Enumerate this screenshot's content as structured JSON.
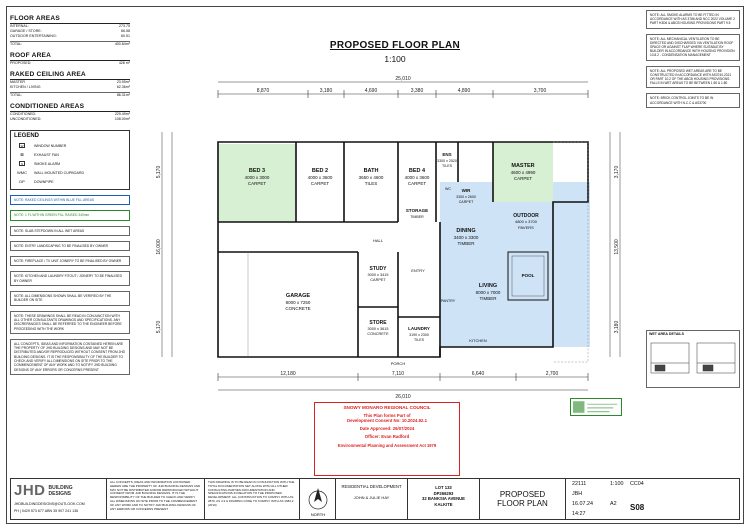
{
  "floor_areas": {
    "title": "FLOOR AREAS",
    "rows": [
      {
        "label": "INTERNAL:",
        "value": "273.75"
      },
      {
        "label": "GARAGE / STORE:",
        "value": "66.58"
      },
      {
        "label": "OUTDOOR ENTERTAINING:",
        "value": "60.51"
      }
    ],
    "total_label": "TOTAL:",
    "total_value": "400.84m²"
  },
  "roof_area": {
    "title": "ROOF AREA",
    "label": "PROPOSED:",
    "value": "428 m²"
  },
  "raked_ceiling": {
    "title": "RAKED CEILING AREA",
    "rows": [
      {
        "label": "MASTER",
        "value": "23.95m²"
      },
      {
        "label": "KITCHEN / LIVING",
        "value": "62.36m²"
      }
    ],
    "total_label": "TOTAL:",
    "total_value": "86.31m²"
  },
  "conditioned": {
    "title": "CONDITIONED AREAS",
    "rows": [
      {
        "label": "CONDITIONED:",
        "value": "229.49m²"
      },
      {
        "label": "UNCONDITIONED:",
        "value": "108.00m²"
      }
    ]
  },
  "legend": {
    "title": "LEGEND",
    "items": [
      {
        "sym": "W",
        "label": "WINDOW NUMBER"
      },
      {
        "sym": "⊠",
        "label": "EXHAUST FAN"
      },
      {
        "sym": "S",
        "label": "SMOKE ALARM"
      },
      {
        "sym": "WMC",
        "label": "WALL MOUNTED CUPBOARD"
      },
      {
        "sym": "DP",
        "label": "DOWNPIPE"
      }
    ]
  },
  "left_notes": {
    "blue": "NOTE: RAKED CEILINGS WITHIN BLUE FILL AREAS",
    "green": "NOTE: 1 FL WITHIN GREEN FILL RAISED 340mm",
    "n1": "NOTE: SLAB STEPDOWN IN ALL WET AREAS",
    "n2": "NOTE: ENTRY LANDSCAPING TO BE FINALISED BY OWNER",
    "n3": "NOTE: FIREPLACE / TV UNIT JOINERY TO BE FINALISED BY OWNER",
    "n4": "NOTE: KITCHEN AND LAUNDRY FITOUT / JOINERY TO BE FINALISED BY OWNER",
    "n5": "NOTE: ALL DIMENSIONS SHOWN SHALL BE VERIFIED BY THE BUILDER ON SITE",
    "n6": "NOTE: THESE DRAWINGS SHALL BE READ IN CONJUNCTION WITH ALL OTHER CONSULTANTS DRAWINGS AND SPECIFICATIONS. ANY DISCREPANCIES SHALL BE REFERRED TO THE ENGINEER BEFORE PROCEEDING WITH THE WORK",
    "n7": "ALL CONCEPTS, IDEAS AND INFORMATION CONTAINED HEREIN ARE THE PROPERTY OF JHD BUILDING DESIGNS AND MAY NOT BE DISTRIBUTED AND/OR REPRODUCED WITHOUT CONSENT FROM JHD BUILDING DESIGNS. IT IS THE RESPONSIBILITY OF THE BUILDER TO CHECK AND VERIFY ALL DIMENSIONS ON SITE PRIOR TO THE COMMENCEMENT OF ANY WORK AND TO NOTIFY JHD BUILDING DESIGNS OF ANY ERRORS OR CONCERNS PRESENT"
  },
  "plan": {
    "title": "PROPOSED FLOOR PLAN",
    "scale": "1:100",
    "dims_top_total": "25,010",
    "dims_top": [
      "8,870",
      "3,180",
      "4,690",
      "3,380",
      "4,890",
      "3,700"
    ],
    "dims_bottom_total": "26,010",
    "dims_bottom": [
      "12,180",
      "7,110",
      "6,640",
      "2,700"
    ],
    "dims_left": [
      "5,170",
      "16,000",
      "5,170"
    ],
    "dims_right": [
      "3,170",
      "13,500",
      "3,180"
    ],
    "rooms": [
      {
        "name": "BED 3",
        "size": "4000 x 3000",
        "floor": "CARPET"
      },
      {
        "name": "BED 2",
        "size": "4000 x 3600",
        "floor": "CARPET"
      },
      {
        "name": "BED 4",
        "size": "4000 x 3600",
        "floor": "CARPET"
      },
      {
        "name": "MASTER",
        "size": "4600 x 4990",
        "floor": "CARPET"
      },
      {
        "name": "BATH",
        "size": "3650 x 4600",
        "floor": "TILES"
      },
      {
        "name": "ENS",
        "size": "3300 x 2520",
        "floor": "TILES"
      },
      {
        "name": "WIR",
        "size": "3300 x 2600",
        "floor": "CARPET"
      },
      {
        "name": "GARAGE",
        "size": "8000 x 7250",
        "floor": "CONCRETE"
      },
      {
        "name": "STUDY",
        "size": "3000 x 3415",
        "floor": "CARPET"
      },
      {
        "name": "STORE",
        "size": "3000 x 3615",
        "floor": "CONCRETE"
      },
      {
        "name": "DINING",
        "size": "3400 x 3300",
        "floor": "TIMBER"
      },
      {
        "name": "LIVING",
        "size": "8000 x 7000",
        "floor": "TIMBER"
      },
      {
        "name": "OUTDOOR",
        "size": "4800 x 3700",
        "floor": "PAVERS"
      },
      {
        "name": "LAUNDRY",
        "size": "3190 x 2300",
        "floor": "TILES"
      },
      {
        "name": "STORAGE",
        "size": "",
        "floor": "TIMBER"
      },
      {
        "name": "POOL",
        "size": "",
        "floor": ""
      }
    ],
    "labels": {
      "porch": "PORCH",
      "entry": "ENTRY",
      "hall": "HALL",
      "kitchen": "KITCHEN",
      "pantry": "PANTRY",
      "wc": "WC"
    }
  },
  "right_notes": [
    "NOTE: ALL SMOKE ALARMS TO BE FITTED IN ACCORDANCE WITH AS 3786 AND NCC 2022 VOLUME 2 PART H3D6 & ABCB HOUSING PROVISIONS PART 9.5",
    "NOTE: ALL MECHANICAL VENTILATION TO BE DIRECTED AND DISCHARGED VIA VENTILATION ROOF SPACE OR AGAINST FLAP WHERE SUITABLE BY BUILDER IN ACCORDANCE WITH HOUSING PROVISION 10.8.2 - CONDENSATION MANAGEMENT",
    "NOTE: ALL PROPOSED WET AREAS ARE TO BE CONSTRUCTED IN ACCORDANCE WITH AS3740-2021 OR PART 10.2 OF THE ABCB HOUSING PROVISIONS. FALLS IN WET AREAS TO BE BETWEEN 1:50 & 1:80",
    "NOTE: BRICK CONTROL JOINTS TO BE IN ACCORDANCE WITH N.C.C & AS3700"
  ],
  "wet_area": {
    "title": "WET AREA DETAILS"
  },
  "stamp": {
    "council": "SNOWY MONARO REGIONAL COUNCIL",
    "line1": "This Plan forms Part of",
    "line2": "Development Consent No: 10.2024.92.1",
    "approved": "Date Approved: 26/07/2024",
    "officer": "Officer: Evan Radford",
    "act": "Environmental Planning and Assessment Act 1979"
  },
  "title_block": {
    "logo": "JHD",
    "logo_sub1": "BUILDING",
    "logo_sub2": "DESIGNS",
    "email": "JHDBUILDINGDESIGNS@OUTLOOK.COM",
    "phone": "PH | 0429 573 677   ABN 35 907 241 136",
    "disclaimer1": "ALL CONCEPTS, IDEAS AND INFORMATION CONTAINED HEREIN ARE THE PROPERTY OF JHD BUILDING DESIGNS AND MAY NOT BE DISTRIBUTED AND/OR REPRODUCED WITHOUT CONSENT FROM JHD BUILDING DESIGNS. IT IS THE RESPONSIBILITY OF THE BUILDER TO CHECK AND VERIFY ALL DIMENSIONS ON SITE PRIOR TO THE COMMENCEMENT OF ANY WORK AND TO NOTIFY JHD BUILDING DESIGNS OF ANY ERRORS OR CONCERNS PRESENT",
    "disclaimer2": "THIS DRAWING IS TO BE READ IN CONJUNCTION WITH THE TOTAL DOCUMENTATION SET ALONG WITH ALL OTHER CONSULTING PARTIES DOCUMENTATION AND SPECIFICATIONS IN RELATION TO THE PROPOSED DEVELOPMENT. ALL CONSTRUCTION TO COMPLY WITH AS 2870, AS 4.3 & FRAMING CODE TO COMPLY WITH AS 1684.2 (2010)",
    "north": "NORTH",
    "project": "RESIDENTIAL DEVELOPMENT",
    "client": "JOHN & JULIE HAY",
    "lot": "LOT 133",
    "dp": "DP266293",
    "street": "32 BANKSIA AVENUE",
    "town": "KALKITE",
    "drawing_title_1": "PROPOSED",
    "drawing_title_2": "FLOOR PLAN",
    "job_no": "22111",
    "scale": "1:100",
    "drawn": "JBH",
    "date": "16.07.24",
    "size": "A2",
    "time": "14:27",
    "rev": "CC04",
    "sheet": "S08"
  }
}
